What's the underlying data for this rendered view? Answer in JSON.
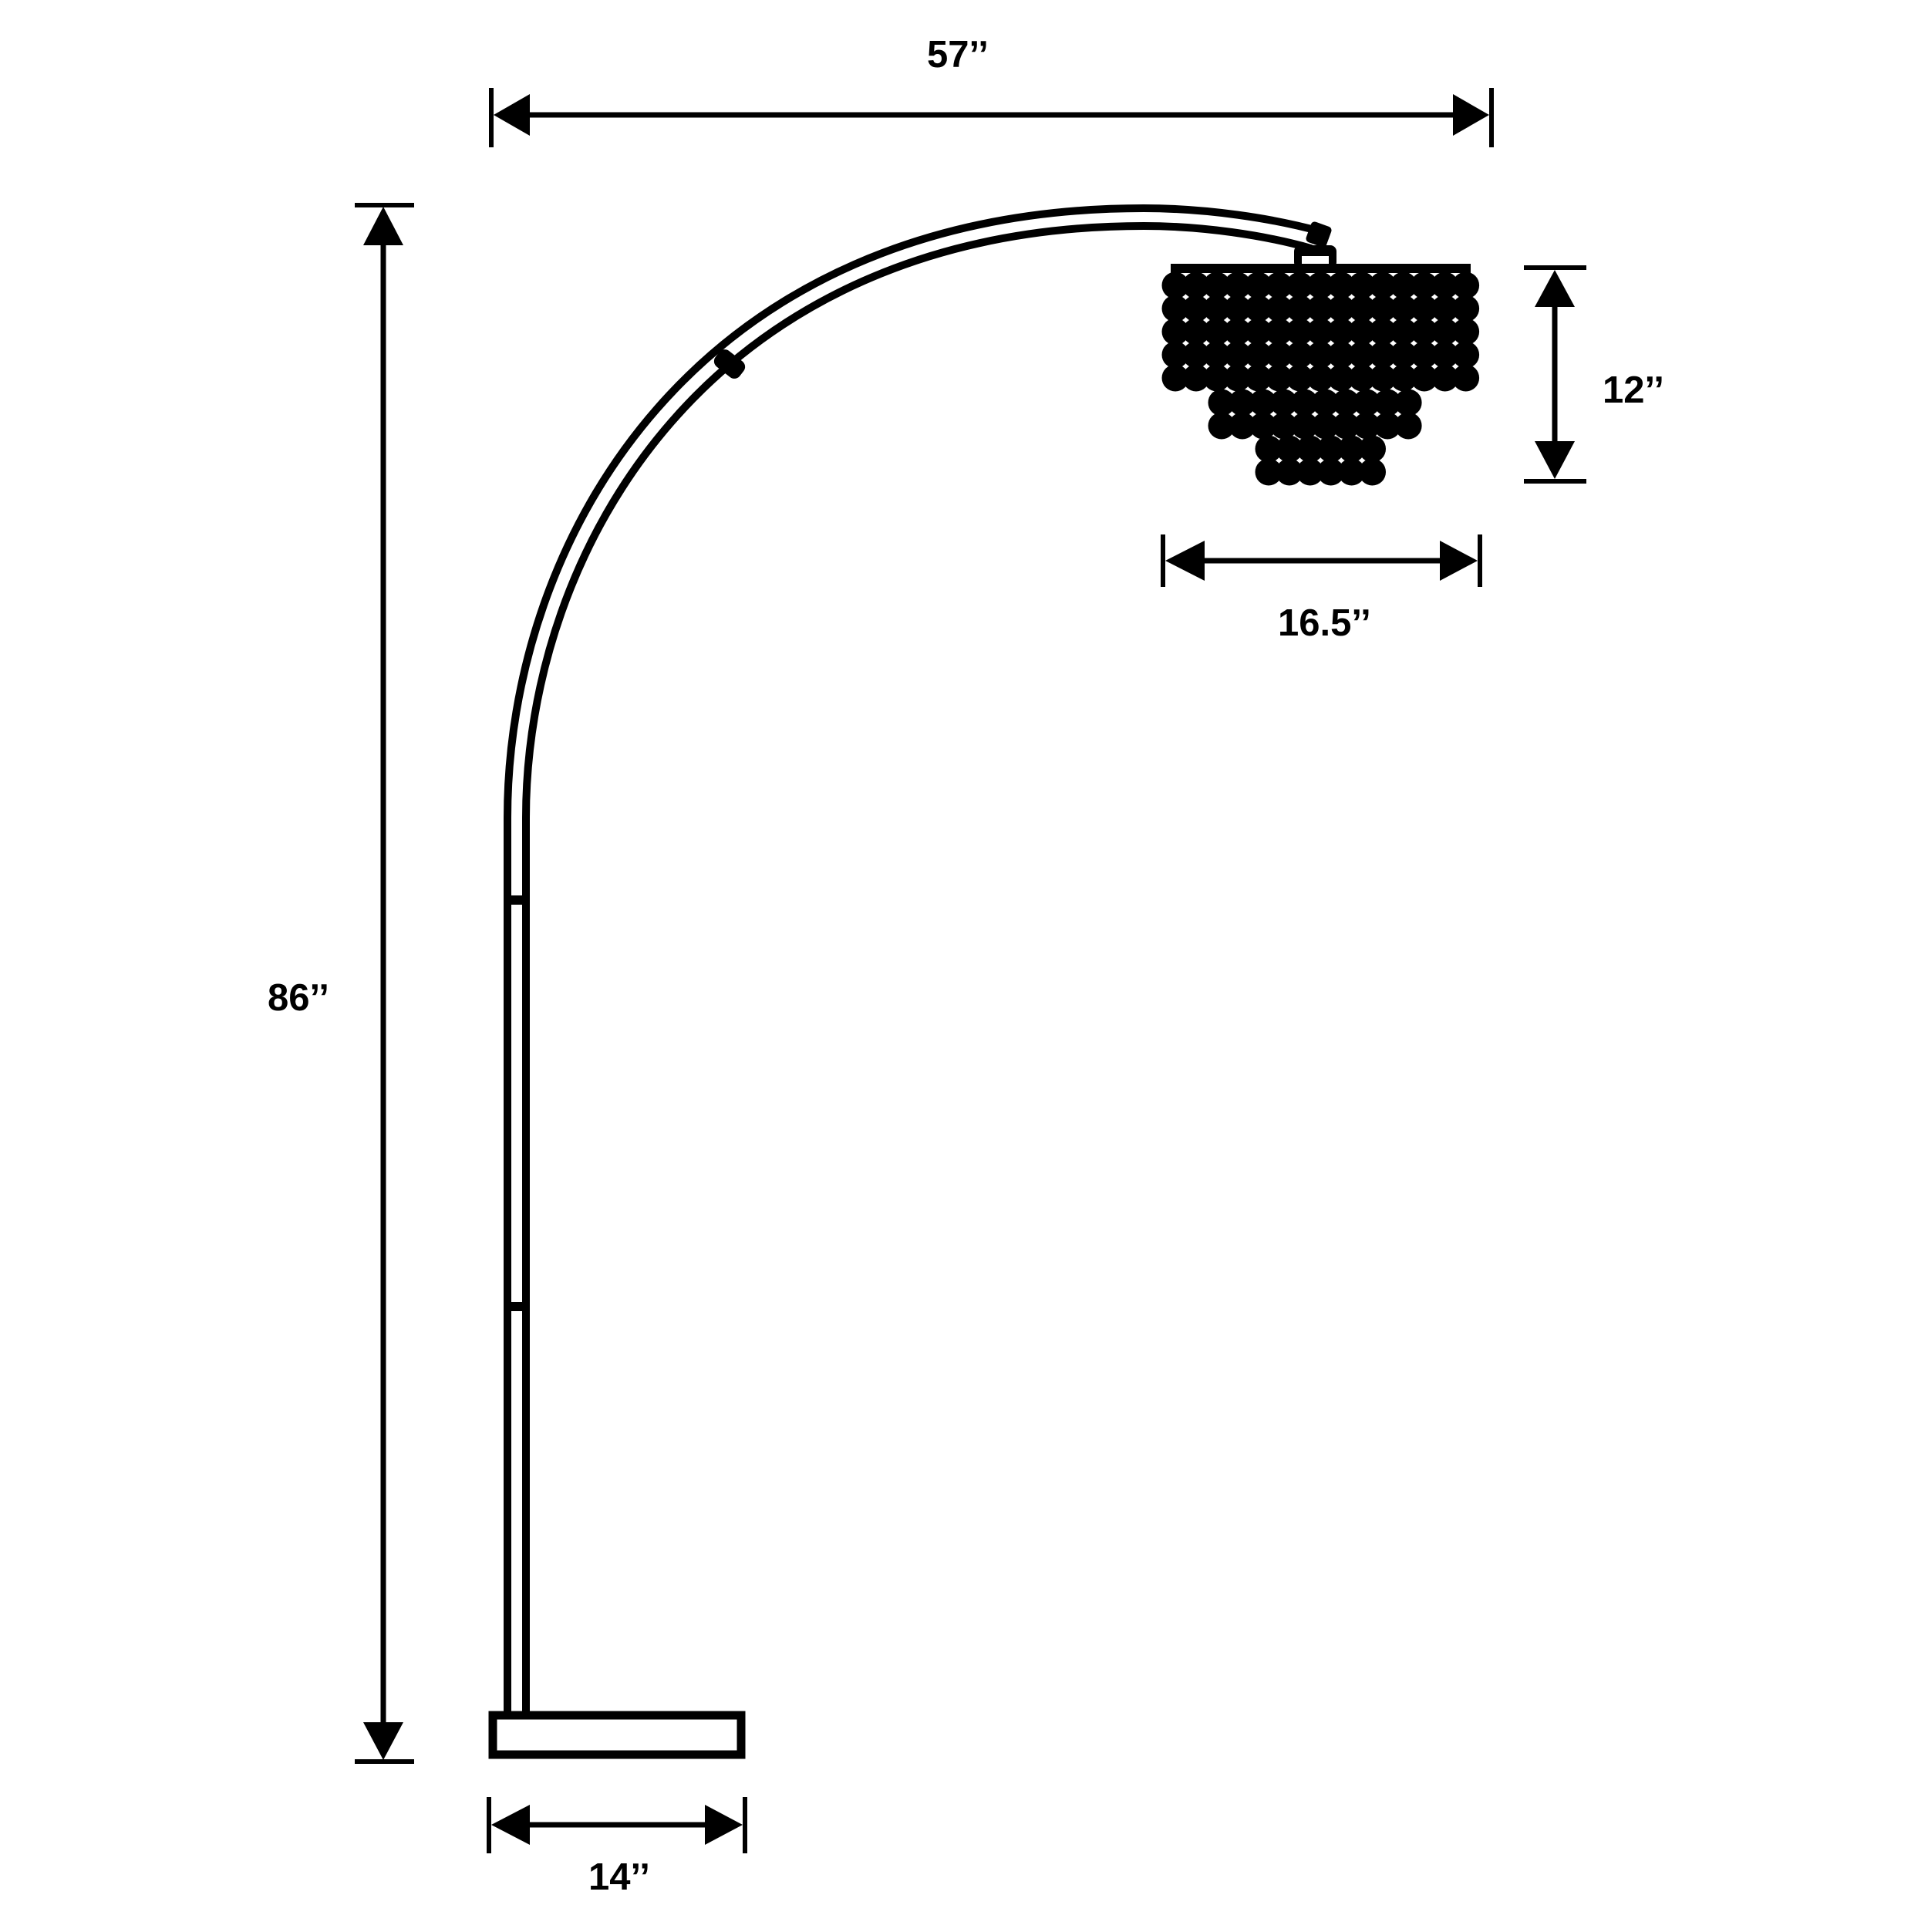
{
  "diagram": {
    "subject": "Arc floor lamp with beaded three-tier shade",
    "line_color": "#000000",
    "background_color": "#ffffff",
    "dimensions": {
      "overall_width": {
        "label": "57’’",
        "value": 57,
        "unit": "in"
      },
      "overall_height": {
        "label": "86’’",
        "value": 86,
        "unit": "in"
      },
      "shade_height": {
        "label": "12’’",
        "value": 12,
        "unit": "in"
      },
      "shade_width": {
        "label": "16.5’’",
        "value": 16.5,
        "unit": "in"
      },
      "base_width": {
        "label": "14’’",
        "value": 14,
        "unit": "in"
      }
    },
    "components": {
      "base": "rectangular-base",
      "pole": "two-line-pole-with-2-joints",
      "arc": "curved-arm-with-1-joint",
      "shade": {
        "tiers": [
          {
            "columns": 15,
            "rows": 5
          },
          {
            "columns": 10,
            "rows": 2
          },
          {
            "columns": 6,
            "rows": 2
          }
        ]
      }
    }
  }
}
